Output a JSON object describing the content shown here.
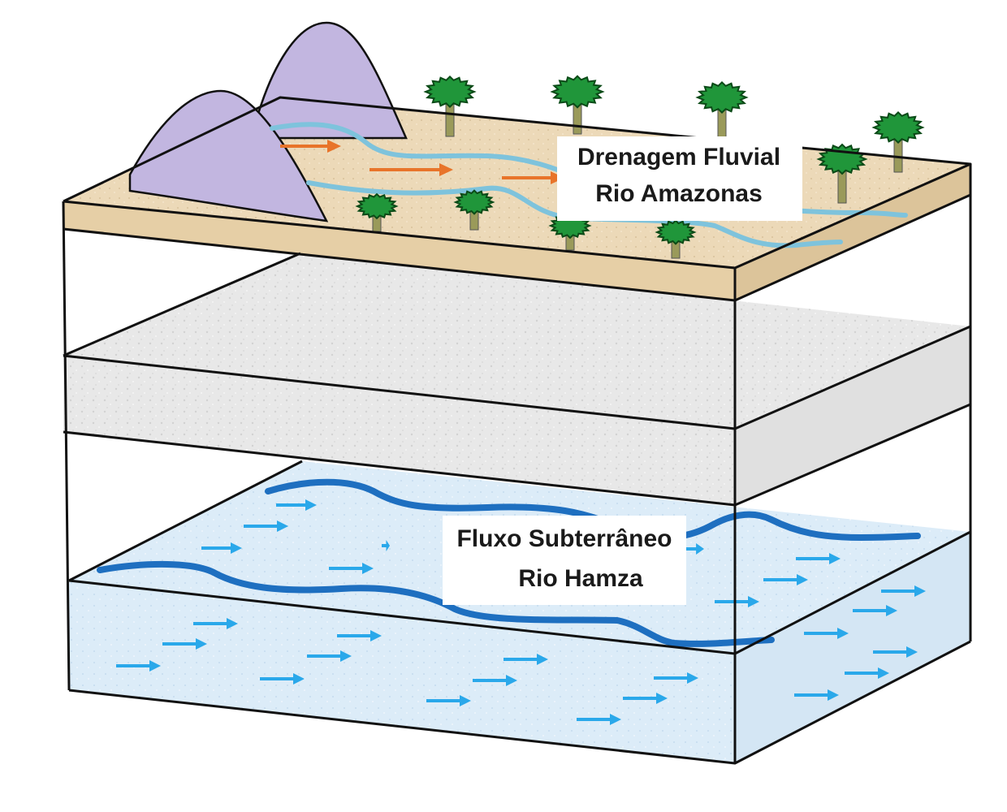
{
  "labels": {
    "surface_line1": "Drenagem Fluvial",
    "surface_line2": "Rio Amazonas",
    "underground_line1": "Fluxo Subterrâneo",
    "underground_line2": "Rio Hamza"
  },
  "colors": {
    "surface_soil": "#ecd9b8",
    "mountain": "#c2b6e0",
    "surface_river": "#7ec3dc",
    "surface_flow_arrow": "#e8742a",
    "tree_canopy": "#20963a",
    "tree_trunk": "#9a9a5a",
    "sediment_layer": "#e6e6e6",
    "aquifer_layer": "#dcecf8",
    "underground_river": "#1e6fc0",
    "underground_flow_arrow": "#2aa8ea"
  },
  "icons": {
    "tree": "tree-icon",
    "flow_arrow": "arrow-right-icon",
    "mountain": "mountain-icon"
  }
}
